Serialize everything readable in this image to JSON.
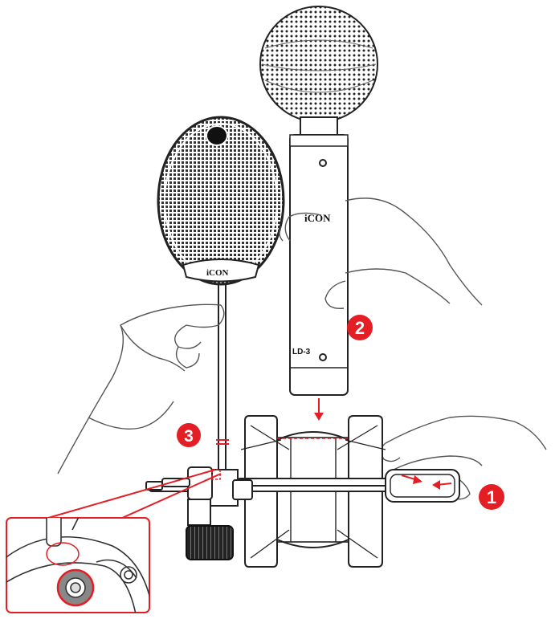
{
  "brand": {
    "popfilter_logo": "iCON",
    "mic_logo": "iCON",
    "mic_model": "LD-3"
  },
  "steps": [
    {
      "id": "step-1",
      "label": "1",
      "color": "#e31e24"
    },
    {
      "id": "step-2",
      "label": "2",
      "color": "#e31e24"
    },
    {
      "id": "step-3",
      "label": "3",
      "color": "#e31e24"
    }
  ],
  "colors": {
    "accent": "#e31e24",
    "line": "#222222",
    "hand": "#555555"
  }
}
